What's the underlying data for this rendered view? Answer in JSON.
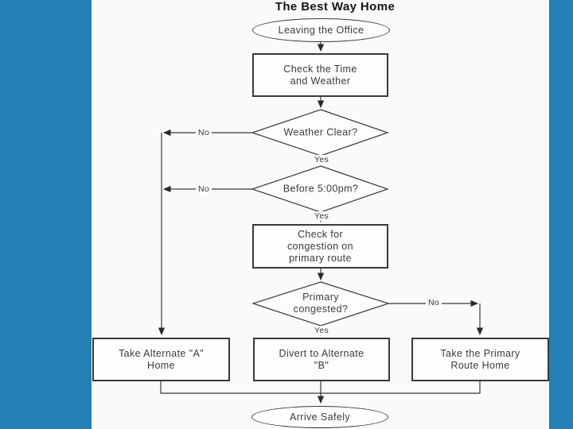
{
  "title": "The Best Way Home",
  "colors": {
    "side_panel_blue": "#2380b5",
    "slide_background": "#fafafa",
    "node_fill": "#fdfdfd",
    "line_color": "#3a3a3a",
    "text_color": "#3b3b3b"
  },
  "flowchart": {
    "nodes": {
      "start": "Leaving the Office",
      "check_time_weather": "Check the Time\nand Weather",
      "weather_clear": "Weather Clear?",
      "before_5pm": "Before 5:00pm?",
      "check_congestion": "Check for\ncongestion on\nprimary route",
      "primary_congested": "Primary\ncongested?",
      "alternate_a": "Take Alternate \"A\"\nHome",
      "alternate_b": "Divert to Alternate\n\"B\"",
      "primary_route": "Take the Primary\nRoute Home",
      "arrive": "Arrive Safely"
    },
    "edge_labels": {
      "weather_clear_no": "No",
      "weather_clear_yes": "Yes",
      "before_5pm_no": "No",
      "before_5pm_yes": "Yes",
      "primary_congested_no": "No",
      "primary_congested_yes": "Yes"
    }
  }
}
